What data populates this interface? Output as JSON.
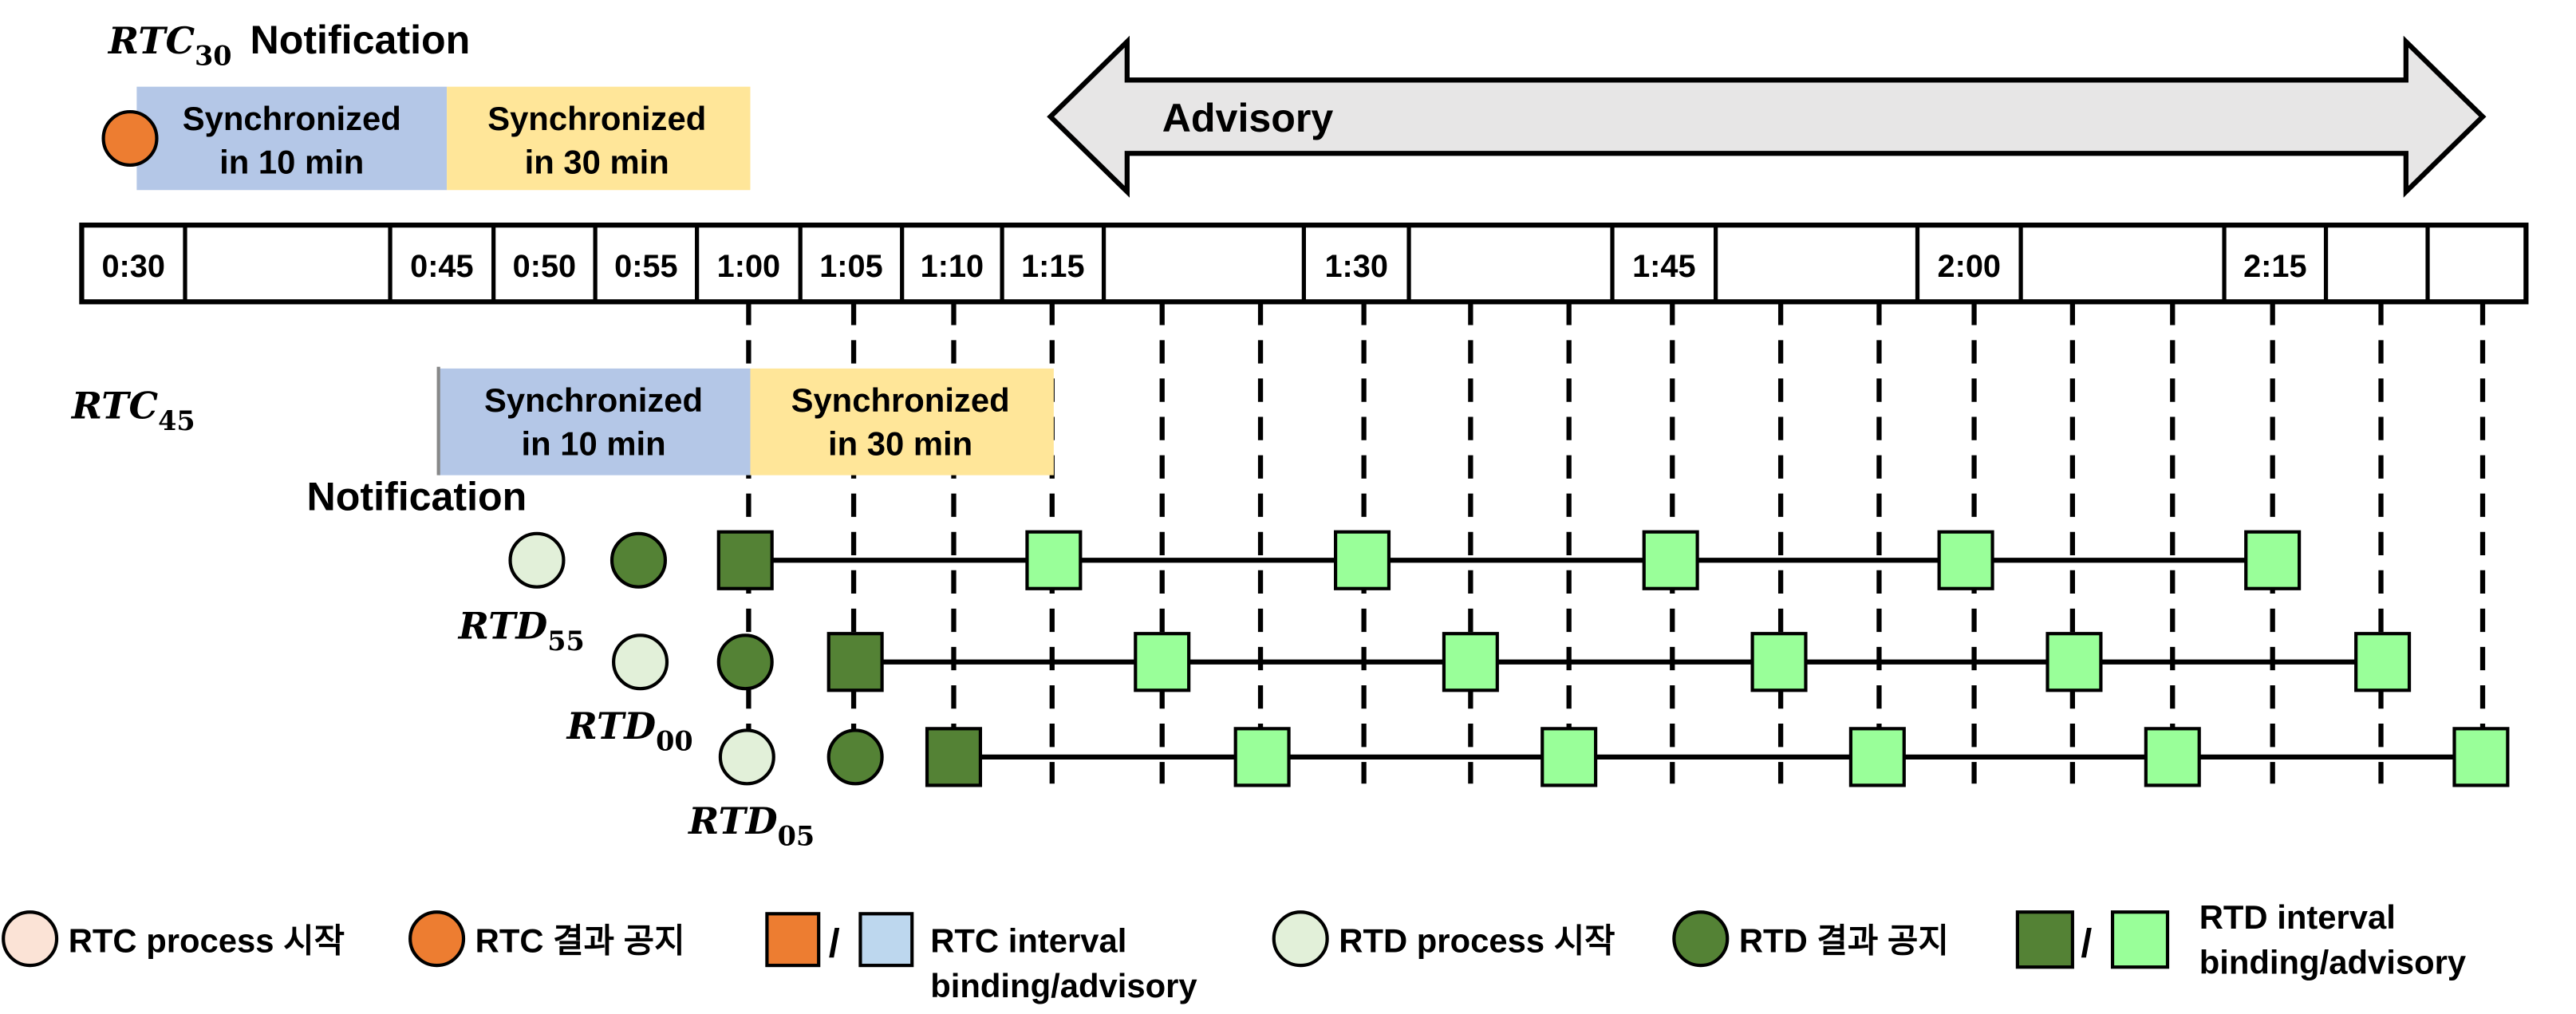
{
  "timeline": {
    "cells": [
      "0:30",
      "",
      "0:45",
      "0:50",
      "0:55",
      "1:00",
      "1:05",
      "1:10",
      "1:15",
      "",
      "1:30",
      "",
      "1:45",
      "",
      "2:00",
      "",
      "2:15",
      "",
      ""
    ]
  },
  "advisory_label": "Advisory",
  "rtc30": {
    "symbol": "RTC",
    "subscript": "30",
    "title": "Notification",
    "bar_10": [
      "Synchronized",
      "in 10 min"
    ],
    "bar_30": [
      "Synchronized",
      "in 30 min"
    ]
  },
  "rtc45": {
    "symbol": "RTC",
    "subscript": "45",
    "title": "Notification",
    "bar_10": [
      "Synchronized",
      "in 10 min"
    ],
    "bar_30": [
      "Synchronized",
      "in 30 min"
    ]
  },
  "rtd_rows": [
    {
      "symbol": "RTD",
      "subscript": "55"
    },
    {
      "symbol": "RTD",
      "subscript": "00"
    },
    {
      "symbol": "RTD",
      "subscript": "05"
    }
  ],
  "legend": {
    "rtc_start": "RTC process 시작",
    "rtc_result": "RTC 결과 공지",
    "rtc_interval_line1": "RTC interval",
    "rtc_interval_line2": "binding/advisory",
    "rtd_start": "RTD process 시작",
    "rtd_result": "RTD 결과 공지",
    "rtd_interval_line1": "RTD interval",
    "rtd_interval_line2": "binding/advisory",
    "slash": "/"
  },
  "colors": {
    "rtc_light": "#fbe3d6",
    "rtc_dark": "#ed7d31",
    "rtc_interval_binding": "#ed7d31",
    "rtc_interval_advisory": "#bdd7ee",
    "sync10": "#b4c7e7",
    "sync30": "#ffe699",
    "rtd_light": "#e2f0d9",
    "rtd_dark": "#548235",
    "rtd_binding": "#548235",
    "rtd_advisory": "#99ff99",
    "advisory_arrow": "#e7e6e6"
  }
}
